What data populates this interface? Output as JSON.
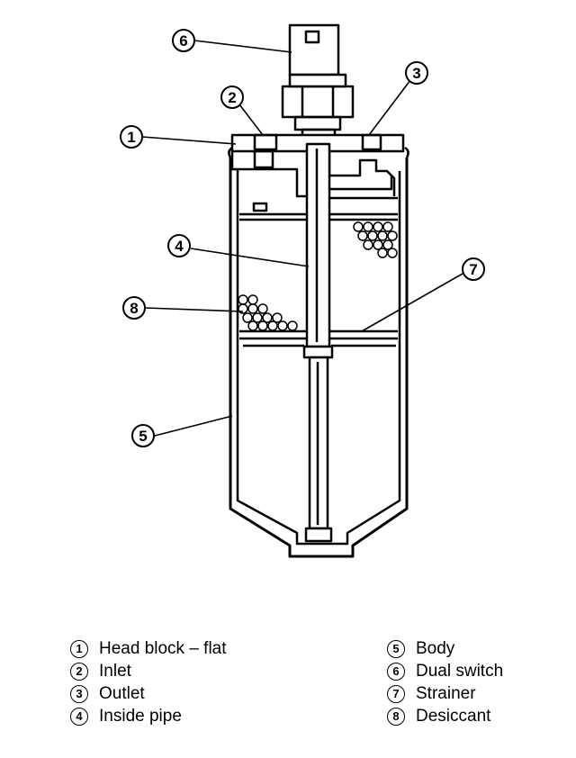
{
  "callouts": [
    {
      "id": "1",
      "label": "Head block – flat"
    },
    {
      "id": "2",
      "label": "Inlet"
    },
    {
      "id": "3",
      "label": "Outlet"
    },
    {
      "id": "4",
      "label": "Inside pipe"
    },
    {
      "id": "5",
      "label": "Body"
    },
    {
      "id": "6",
      "label": "Dual switch"
    },
    {
      "id": "7",
      "label": "Strainer"
    },
    {
      "id": "8",
      "label": "Desiccant"
    }
  ]
}
